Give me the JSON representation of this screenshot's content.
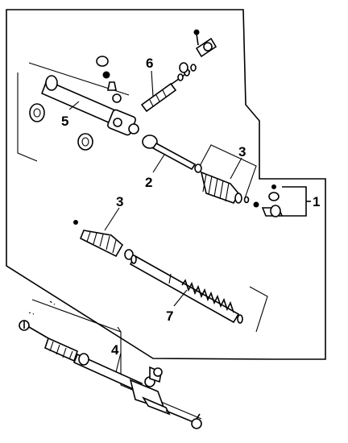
{
  "callouts": [
    {
      "id": "1",
      "label": "1"
    },
    {
      "id": "2",
      "label": "2"
    },
    {
      "id": "3a",
      "label": "3"
    },
    {
      "id": "3b",
      "label": "3"
    },
    {
      "id": "4",
      "label": "4"
    },
    {
      "id": "5",
      "label": "5"
    },
    {
      "id": "6",
      "label": "6"
    },
    {
      "id": "7",
      "label": "7"
    }
  ],
  "colors": {
    "ink": "#000000",
    "paper": "#ffffff"
  }
}
